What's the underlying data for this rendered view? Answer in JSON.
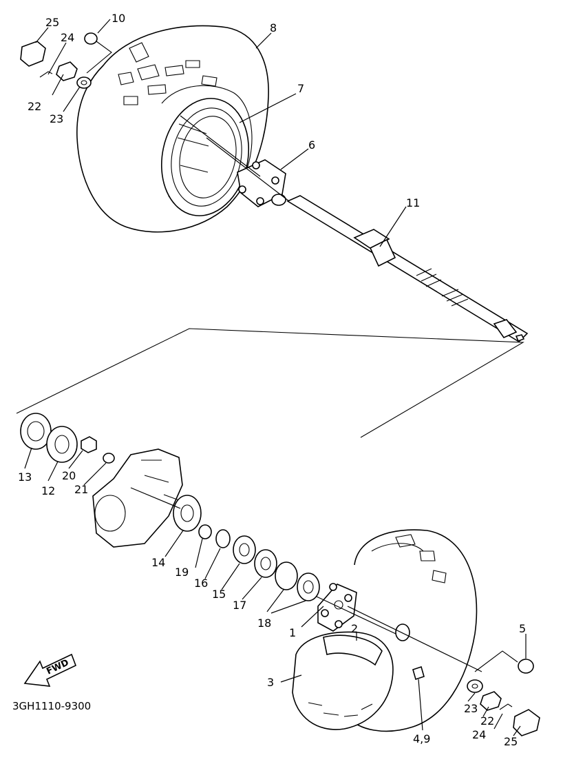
{
  "diagram_code": "3GH1110-9300",
  "fwd_label": "FWD",
  "callouts": {
    "c25a": "25",
    "c10": "10",
    "c24a": "24",
    "c8": "8",
    "c22a": "22",
    "c23a": "23",
    "c7": "7",
    "c6": "6",
    "c11": "11",
    "c13": "13",
    "c12": "12",
    "c20": "20",
    "c21": "21",
    "c14": "14",
    "c19": "19",
    "c16": "16",
    "c15": "15",
    "c17": "17",
    "c18": "18",
    "c1": "1",
    "c2": "2",
    "c3": "3",
    "c5": "5",
    "c23b": "23",
    "c22b": "22",
    "c24b": "24",
    "c25b": "25",
    "c49": "4,9"
  }
}
